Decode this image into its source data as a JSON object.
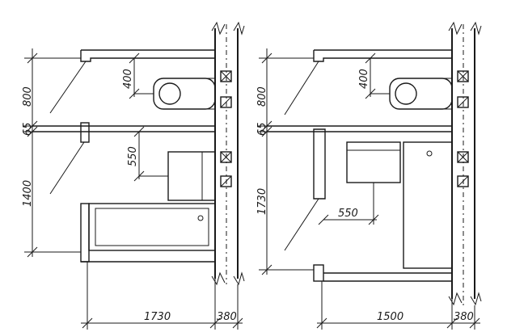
{
  "left_plan": {
    "dim_height_top": "800",
    "dim_gap": "65",
    "dim_height_bottom": "1400",
    "dim_toilet": "400",
    "dim_sink": "550",
    "dim_width": "1730",
    "dim_wall": "380"
  },
  "right_plan": {
    "dim_height_top": "800",
    "dim_gap": "65",
    "dim_height_bottom": "1730",
    "dim_toilet": "400",
    "dim_sink": "550",
    "dim_width": "1500",
    "dim_wall": "380"
  }
}
